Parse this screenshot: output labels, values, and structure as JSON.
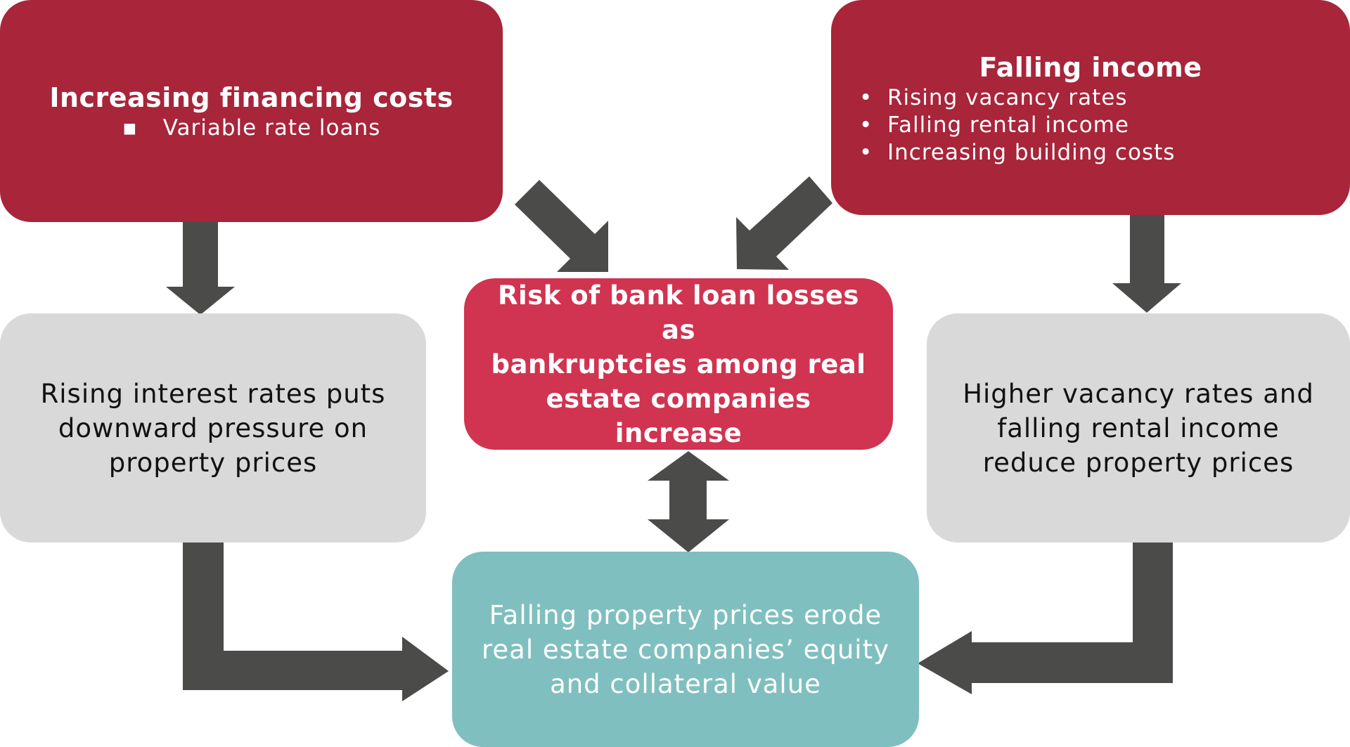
{
  "top_left": {
    "title": "Increasing financing costs",
    "items": [
      "Variable rate loans"
    ]
  },
  "top_right": {
    "title": "Falling income",
    "items": [
      "Rising vacancy rates",
      "Falling rental income",
      "Increasing building costs"
    ]
  },
  "mid_left": {
    "lines": [
      "Rising interest rates puts",
      "downward pressure on",
      "property prices"
    ]
  },
  "mid_right": {
    "lines": [
      "Higher vacancy rates and",
      "falling rental income",
      "reduce property prices"
    ]
  },
  "center": {
    "lines": [
      "Risk of bank loan losses as",
      "bankruptcies among real",
      "estate companies increase"
    ]
  },
  "bottom": {
    "lines": [
      "Falling property prices erode",
      "real estate companies’ equity",
      "and collateral value"
    ]
  },
  "colors": {
    "dark_red": "#a8253a",
    "bright_red": "#d03450",
    "grey": "#d9d9d9",
    "teal": "#80bfbf",
    "arrow": "#4b4c4a"
  }
}
